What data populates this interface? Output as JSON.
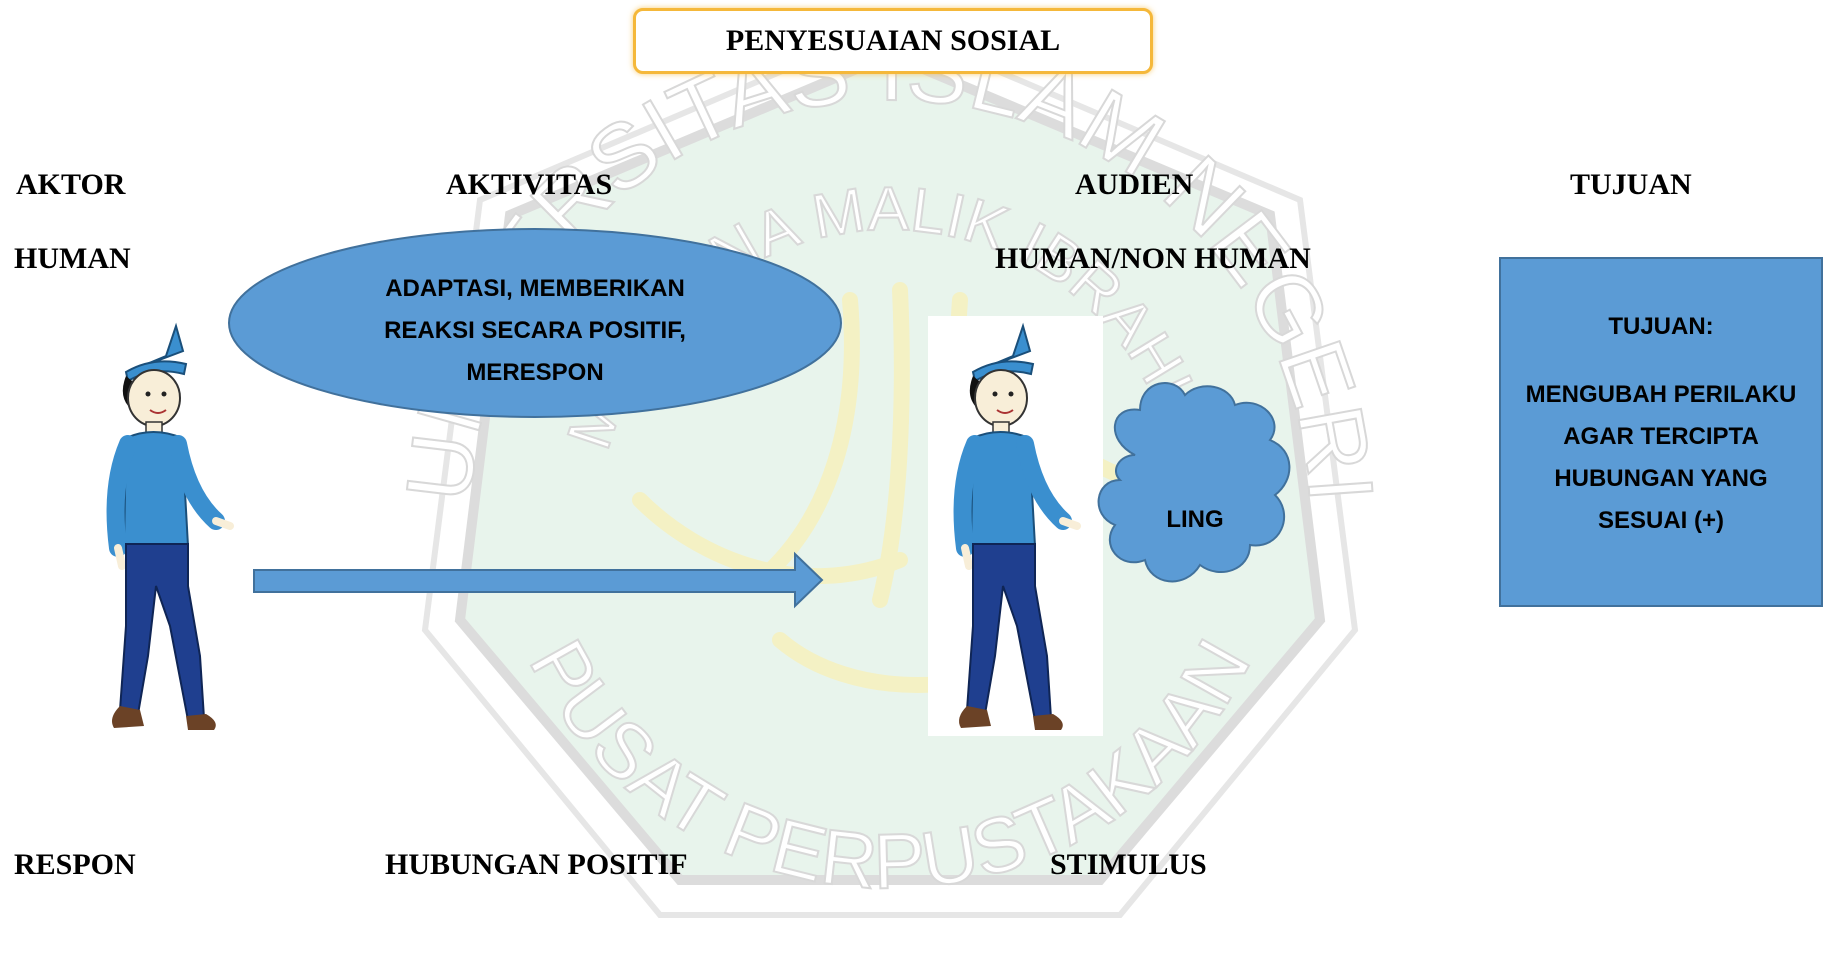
{
  "title": "PENYESUAIAN SOSIAL",
  "headers": {
    "aktor": "AKTOR",
    "aktivitas": "AKTIVITAS",
    "audien": "AUDIEN",
    "tujuan": "TUJUAN"
  },
  "subheaders": {
    "aktor": "HUMAN",
    "audien": "HUMAN/NON HUMAN"
  },
  "activity_ellipse": {
    "lines": [
      "ADAPTASI, MEMBERIKAN",
      "REAKSI SECARA POSITIF,",
      "MERESPON"
    ]
  },
  "cloud_label": "LING",
  "goal_box": {
    "heading": "TUJUAN:",
    "lines": [
      "MENGUBAH PERILAKU",
      "AGAR TERCIPTA",
      "HUBUNGAN YANG",
      "SESUAI (+)"
    ]
  },
  "bottom_labels": {
    "respon": "RESPON",
    "hubungan": "HUBUNGAN POSITIF",
    "stimulus": "STIMULUS"
  },
  "watermark": {
    "top_arc": "UNIVERSITAS ISLAM NEGERI",
    "inner_arc": "MAULANA MALIK IBRAHIM",
    "bottom_arc": "PUSAT PERPUSTAKAAN"
  },
  "colors": {
    "shape_fill": "#5b9bd5",
    "shape_stroke": "#41719c",
    "title_border": "#f5b83a",
    "watermark_green": "#e8f4ec",
    "figure_shirt": "#3a8fcf",
    "figure_pants": "#1f3f8f",
    "figure_shoes": "#6b4226"
  },
  "icons": [
    "person-walking-icon",
    "person-walking-icon"
  ]
}
